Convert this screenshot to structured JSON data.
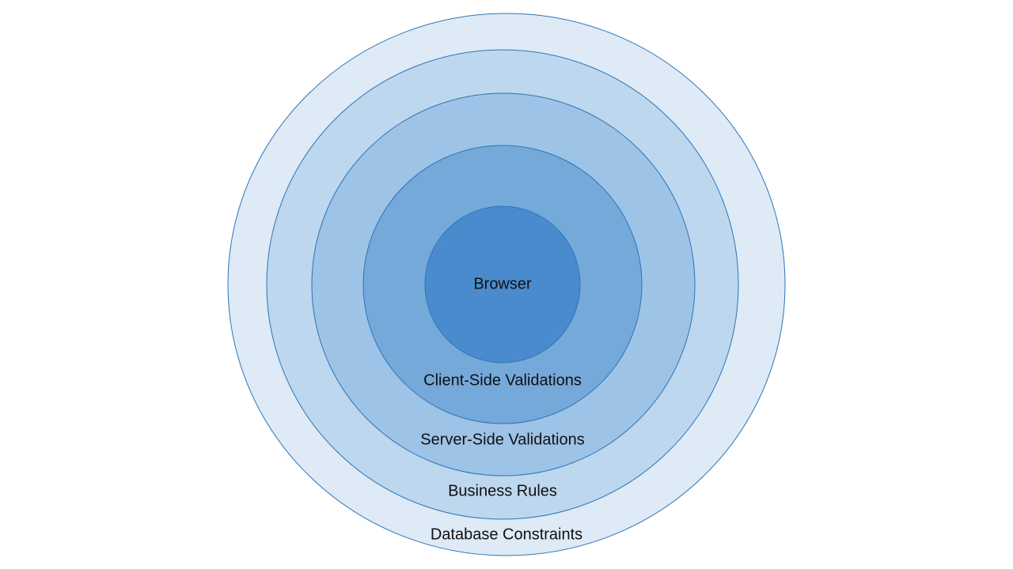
{
  "diagram": {
    "layers": [
      {
        "label": "Database Constraints",
        "color": "#DEEAF6"
      },
      {
        "label": "Business Rules",
        "color": "#BDD7EE"
      },
      {
        "label": "Server-Side Validations",
        "color": "#9DC3E6"
      },
      {
        "label": "Client-Side Validations",
        "color": "#75A9DA"
      },
      {
        "label": "Browser",
        "color": "#4A8BCE"
      }
    ],
    "outline_color": "#2E75B6"
  }
}
